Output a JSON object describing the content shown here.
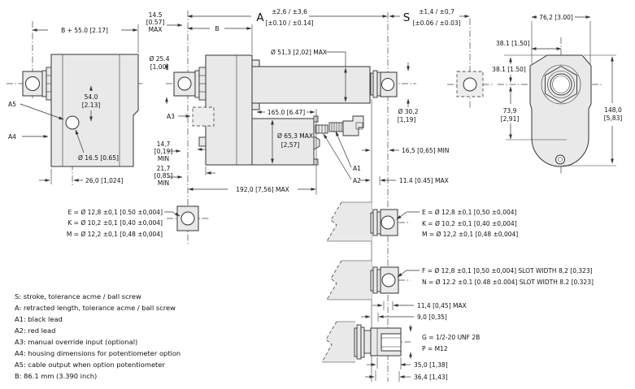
{
  "colors": {
    "part_fill": "#e9e9e9",
    "line": "#333333",
    "background": "#ffffff"
  },
  "legend": {
    "lines": [
      "S: stroke, tolerance acme / ball screw",
      "A: retracted length, tolerance acme / ball screw",
      "A1: black lead",
      "A2: red lead",
      "A3: manual override input (optional)",
      "A4: housing dimensions for potentiometer option",
      "A5: cable output when option potentiometer",
      "B: 86.1 mm (3.390 inch)"
    ]
  },
  "callouts": {
    "a1": "A1",
    "a2": "A2",
    "a3": "A3",
    "a4": "A4",
    "a5": "A5",
    "a_dim": "A",
    "s_dim": "S",
    "b_dim": "B"
  },
  "dims": {
    "b55": "B + 55.0 [2.17]",
    "d145": "14.5",
    "d145b": "[0.57]",
    "d145c": "MAX",
    "d254": "Ø 25.4",
    "d254b": "[1.00]",
    "tolA1": "±2,6 / ±3,6",
    "tolA2": "[±0.10 / ±0.14]",
    "tolS1": "±1,4 / ±0,7",
    "tolS2": "[±0.06 / ±0.03]",
    "d513": "Ø 51,3 [2,02] MAX",
    "d540": "54.0",
    "d540b": "[2.13]",
    "d165": "Ø 16.5 [0.65]",
    "d260": "26,0 [1,024]",
    "d1650": "165.0 [6.47]",
    "d653": "Ø 65,3 MAX",
    "d653b": "[2,57]",
    "d1920": "192,0 [7,56] MAX",
    "d147": "14,7",
    "d147b": "[0,19]",
    "d147c": "MIN",
    "d217": "21,7",
    "d217b": "[0,85]",
    "d217c": "MIN",
    "d302": "Ø 30,2",
    "d302b": "[1,19]",
    "d165min": "16,5 [0,65] MIN",
    "d114max": "11.4 [0.45] MAX",
    "d114max2": "11,4 [0,45] MAX",
    "d90": "9,0 [0,35]",
    "d350": "35,0 [1,38]",
    "d364": "36,4 [1,43]",
    "d762": "76,2 [3.00]",
    "d381a": "38.1 [1.50]",
    "d381b": "38.1 [1.50]",
    "d739": "73,9",
    "d739b": "[2,91]",
    "d1480": "148,0",
    "d1480b": "[5,83]",
    "ekm_e": "E = Ø 12,8 ±0,1  [0.50 ±0,004]",
    "ekm_k": "K = Ø 10,2 ±0,1 [0,40 ±0,004]",
    "ekm_m": "M = Ø 12,2 ±0,1 [0,48 ±0,004]",
    "ekm2_e": "E = Ø 12,8 ±0,1 [0,50 ±0,004]",
    "ekm2_k": "K = Ø 10,2 ±0,1 [0,40 ±0,004]",
    "ekm2_m": "M = Ø 12,2 ±0,1 [0,48 ±0,004]",
    "fn_f": "F = Ø 12,8 ±0,1 [0,50 ±0,004] SLOT WIDTH 8,2 [0,323]",
    "fn_n": "N = Ø 12.2 ±0.1 [0.48 ±0.004] SLOT WIDTH 8.2 [0.323]",
    "g": "G = 1/2-20 UNF 2B",
    "p": "P = M12"
  }
}
